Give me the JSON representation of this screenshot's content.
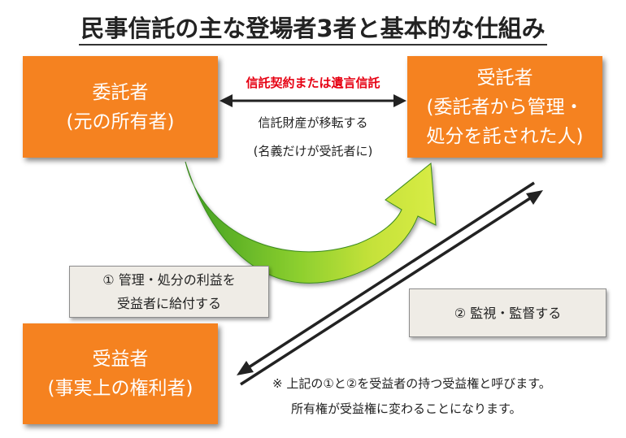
{
  "title": "民事信託の主な登場者3者と基本的な仕組み",
  "truster": {
    "line1": "委託者",
    "line2": "(元の所有者)"
  },
  "trustee": {
    "line1": "受託者",
    "line2": "(委託者から管理・",
    "line3": "処分を託された人)"
  },
  "beneficiary": {
    "line1": "受益者",
    "line2": "(事実上の権利者)"
  },
  "contract_label": "信託契約または遺言信託",
  "transfer": {
    "line1": "信託財産が移転する",
    "line2": "(名義だけが受託者に)"
  },
  "note1": {
    "line1": "① 管理・処分の利益を",
    "line2": "受益者に給付する"
  },
  "note2": {
    "line1": "② 監視・監督する"
  },
  "footnote": {
    "line1": "※ 上記の①と②を受益者の持つ受益権と呼びます。",
    "line2": "所有権が受益権に変わることになります。"
  },
  "colors": {
    "box_orange": "#f58220",
    "label_red": "#e60012",
    "arrow_green": "#4caf2a",
    "note_gray": "#efece6"
  }
}
